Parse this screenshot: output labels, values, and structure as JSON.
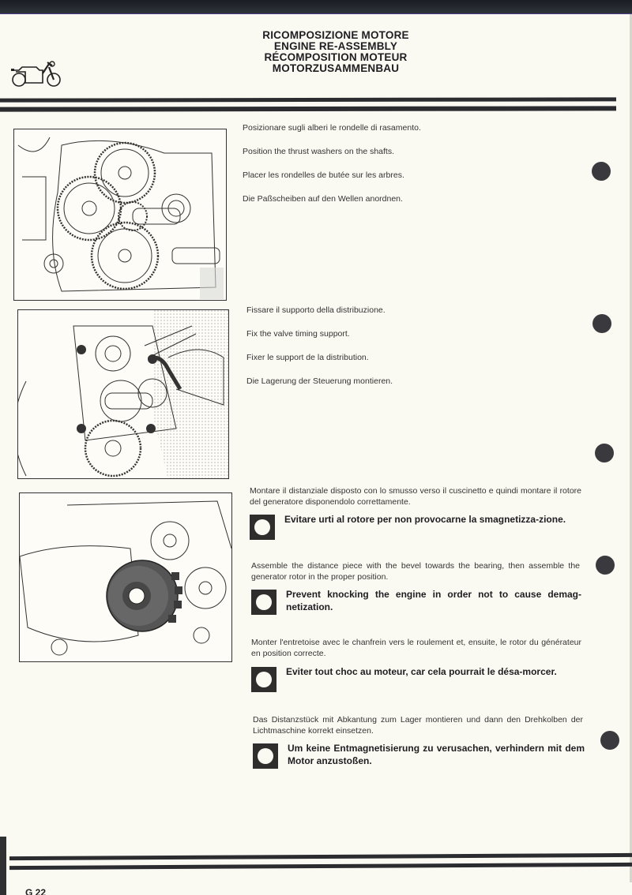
{
  "header": {
    "titles": [
      "RICOMPOSIZIONE  MOTORE",
      "ENGINE  RE-ASSEMBLY",
      "RÉCOMPOSITION  MOTEUR",
      "MOTORZUSAMMENBAU"
    ],
    "logo_icon": "motorcycle-icon"
  },
  "sections": [
    {
      "figure": "gear-train-illustration",
      "lines": [
        "Posizionare sugli alberi le rondelle di rasamento.",
        "Position the thrust washers on the shafts.",
        "Placer les rondelles de butée sur les arbres.",
        "Die Paßscheiben auf den Wellen anordnen."
      ]
    },
    {
      "figure": "valve-timing-support-illustration",
      "lines": [
        "Fissare il supporto della distribuzione.",
        "Fix the valve timing support.",
        "Fixer le support de la distribution.",
        "Die Lagerung der Steuerung montieren."
      ]
    },
    {
      "figure": "generator-rotor-illustration",
      "blocks": [
        {
          "text": "Montare il distanziale disposto con lo smusso verso il cuscinetto e quindi montare il rotore del generatore disponendolo correttamente.",
          "warning": "Evitare urti al rotore per non provocarne la smagnetizza-zione."
        },
        {
          "text": "Assemble the distance piece with the bevel towards the bearing, then assemble the generator rotor in the proper position.",
          "warning": "Prevent knocking the engine in order not to cause demag-netization."
        },
        {
          "text": "Monter l'entretoise avec le chanfrein vers le roulement et, ensuite, le rotor du générateur en position correcte.",
          "warning": "Eviter tout choc au moteur, car cela pourrait le désa-morcer."
        },
        {
          "text": "Das Distanzstück mit Abkantung zum Lager montieren und dann den Drehkolben der Lichtmaschine korrekt einsetzen.",
          "warning": "Um keine Entmagnetisierung zu verusachen, verhindern mit dem Motor anzustoßen."
        }
      ]
    }
  ],
  "footer": {
    "page_number": "G 22"
  },
  "colors": {
    "paper": "#fbfaf2",
    "ink": "#2a2c30",
    "punch_hole": "#3a3a3e"
  }
}
